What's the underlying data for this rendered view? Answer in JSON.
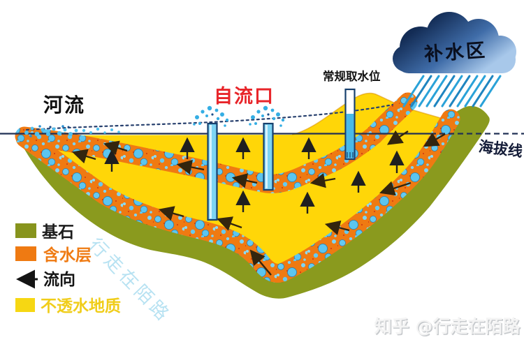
{
  "labels": {
    "river": "河流",
    "artesian_outlet": "自流口",
    "normal_intake": "常规取水位",
    "recharge_area": "补水区",
    "sea_level_line": "海拔线"
  },
  "legend": {
    "items": [
      {
        "label": "基石",
        "swatch": "#87941d",
        "label_color": "#1c1c1c",
        "type": "square"
      },
      {
        "label": "含水层",
        "swatch": "#ef7a12",
        "label_color": "#ef7a12",
        "type": "square"
      },
      {
        "label": "流向",
        "swatch": "none",
        "label_color": "#141414",
        "type": "left-arrow"
      },
      {
        "label": "不透水地质",
        "swatch": "#f6d713",
        "label_color": "#f0cd1a",
        "type": "square"
      }
    ]
  },
  "watermarks": {
    "diagonal": "行走在陌路",
    "credit": "知乎 @行走在陌路"
  },
  "palette": {
    "bedrock_green": "#8a9a1e",
    "aquifer_orange": "#ef7a12",
    "impermeable_yellow": "#ffd608",
    "well_water_blue": "#7dd4f4",
    "droplet_blue": "#45b9ec",
    "line_navy": "#203055",
    "red_label": "#e8252a",
    "cloud_dark": "#132c55",
    "cloud_light": "#8fb8e4",
    "rain_blue": "#2aa2d8"
  }
}
